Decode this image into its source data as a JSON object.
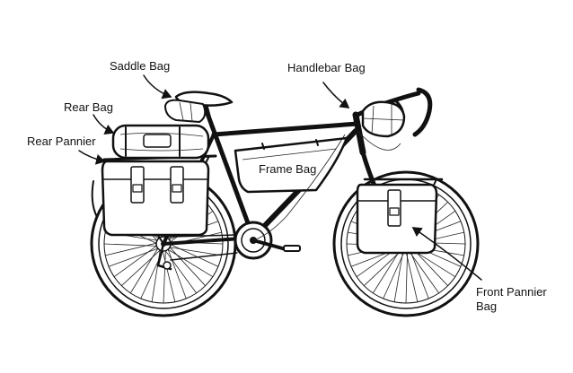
{
  "labels": {
    "saddle_bag": "Saddle Bag",
    "handlebar_bag": "Handlebar Bag",
    "rear_bag": "Rear Bag",
    "rear_pannier": "Rear Pannier",
    "frame_bag": "Frame Bag",
    "front_pannier_line1": "Front Pannier",
    "front_pannier_line2": "Bag"
  },
  "colors": {
    "ink": "#111111",
    "background": "#ffffff"
  }
}
